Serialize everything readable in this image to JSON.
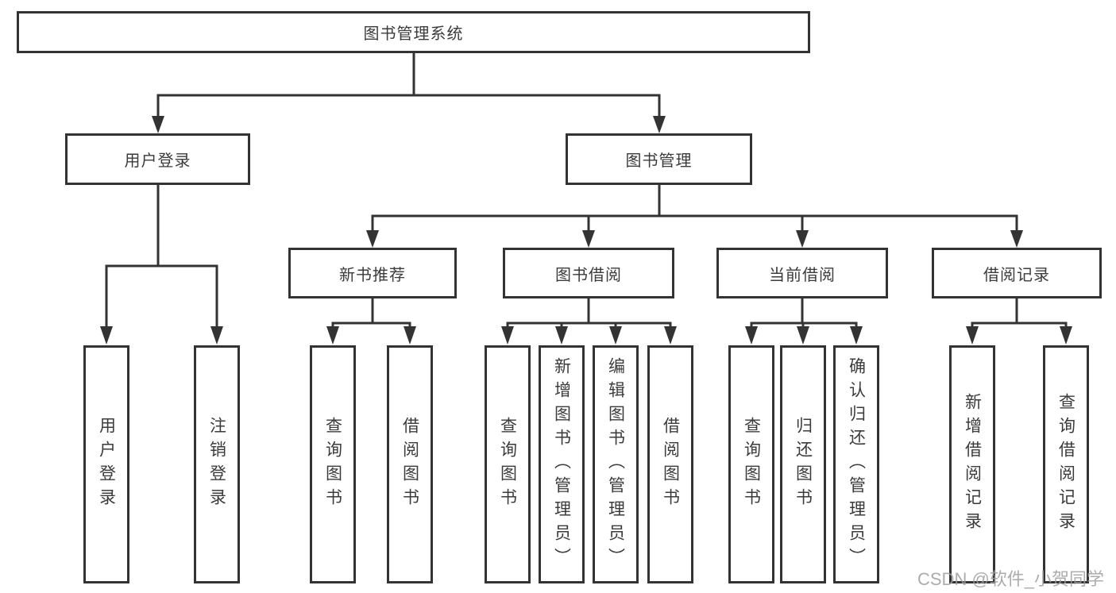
{
  "diagram_type": "hierarchy-flowchart",
  "colors": {
    "line": "#333333",
    "box_border": "#333333",
    "text": "#3b3b3b",
    "background": "#ffffff",
    "watermark": "#9e9e9e"
  },
  "tree": {
    "label": "图书管理系统",
    "children": [
      {
        "label": "用户登录",
        "children": [
          {
            "label": "用户登录"
          },
          {
            "label": "注销登录"
          }
        ]
      },
      {
        "label": "图书管理",
        "children": [
          {
            "label": "新书推荐",
            "children": [
              {
                "label": "查询图书"
              },
              {
                "label": "借阅图书"
              }
            ]
          },
          {
            "label": "图书借阅",
            "children": [
              {
                "label": "查询图书"
              },
              {
                "label": "新增图书（管理员）"
              },
              {
                "label": "编辑图书（管理员）"
              },
              {
                "label": "借阅图书"
              }
            ]
          },
          {
            "label": "当前借阅",
            "children": [
              {
                "label": "查询图书"
              },
              {
                "label": "归还图书"
              },
              {
                "label": "确认归还（管理员）"
              }
            ]
          },
          {
            "label": "借阅记录",
            "children": [
              {
                "label": "新增借阅记录"
              },
              {
                "label": "查询借阅记录"
              }
            ]
          }
        ]
      }
    ]
  },
  "watermark": {
    "text": "CSDN @软件_小贺同学"
  }
}
